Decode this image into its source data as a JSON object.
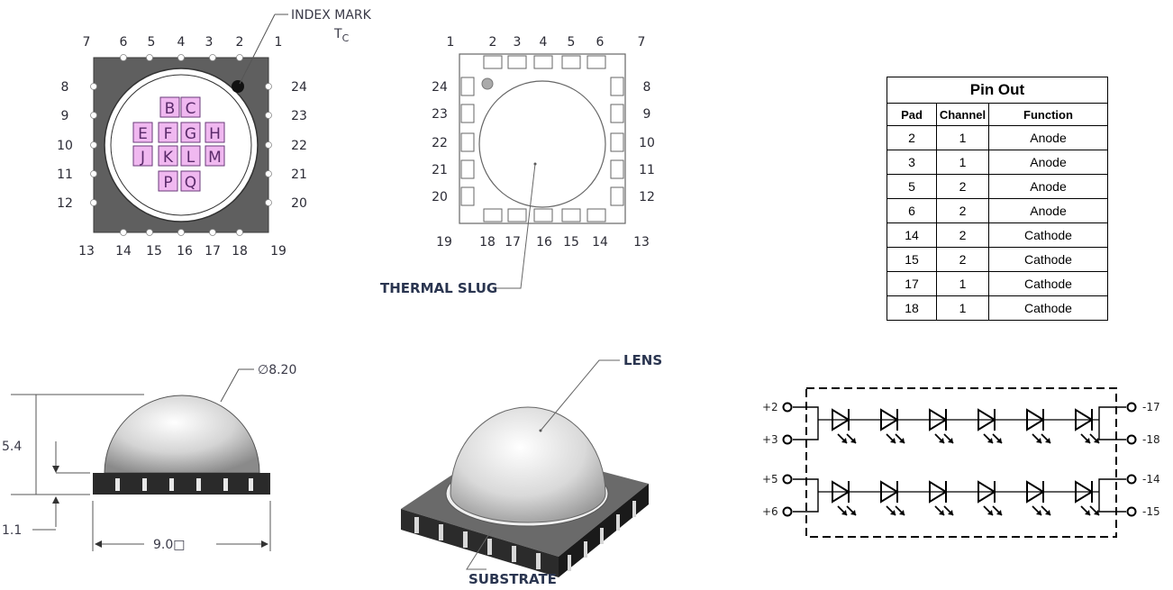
{
  "top_view": {
    "index_mark": "INDEX MARK",
    "tc": "T",
    "tc_sub": "C",
    "top_pins": [
      "7",
      "6",
      "5",
      "4",
      "3",
      "2",
      "1"
    ],
    "left_pins": [
      "8",
      "9",
      "10",
      "11",
      "12"
    ],
    "right_pins": [
      "24",
      "23",
      "22",
      "21",
      "20"
    ],
    "bottom_pins": [
      "13",
      "14",
      "15",
      "16",
      "17",
      "18",
      "19"
    ],
    "cells": [
      "B",
      "C",
      "E",
      "F",
      "G",
      "H",
      "J",
      "K",
      "L",
      "M",
      "P",
      "Q"
    ]
  },
  "bottom_view": {
    "top_pins": [
      "1",
      "2",
      "3",
      "4",
      "5",
      "6",
      "7"
    ],
    "left_pins": [
      "24",
      "23",
      "22",
      "21",
      "20"
    ],
    "right_pins": [
      "8",
      "9",
      "10",
      "11",
      "12"
    ],
    "bottom_pins": [
      "19",
      "18",
      "17",
      "16",
      "15",
      "14",
      "13"
    ],
    "thermal_slug": "THERMAL SLUG"
  },
  "side_view": {
    "diameter": "∅8.20",
    "height": "5.4",
    "base": "1.1",
    "width": "9.0□"
  },
  "iso_view": {
    "lens": "LENS",
    "substrate": "SUBSTRATE"
  },
  "pinout": {
    "title": "Pin Out",
    "headers": [
      "Pad",
      "Channel",
      "Function"
    ],
    "rows": [
      [
        "2",
        "1",
        "Anode"
      ],
      [
        "3",
        "1",
        "Anode"
      ],
      [
        "5",
        "2",
        "Anode"
      ],
      [
        "6",
        "2",
        "Anode"
      ],
      [
        "14",
        "2",
        "Cathode"
      ],
      [
        "15",
        "2",
        "Cathode"
      ],
      [
        "17",
        "1",
        "Cathode"
      ],
      [
        "18",
        "1",
        "Cathode"
      ]
    ]
  },
  "schematic": {
    "left_labels": [
      "+2",
      "+3",
      "+5",
      "+6"
    ],
    "right_labels": [
      "-17",
      "-18",
      "-14",
      "-15"
    ]
  }
}
